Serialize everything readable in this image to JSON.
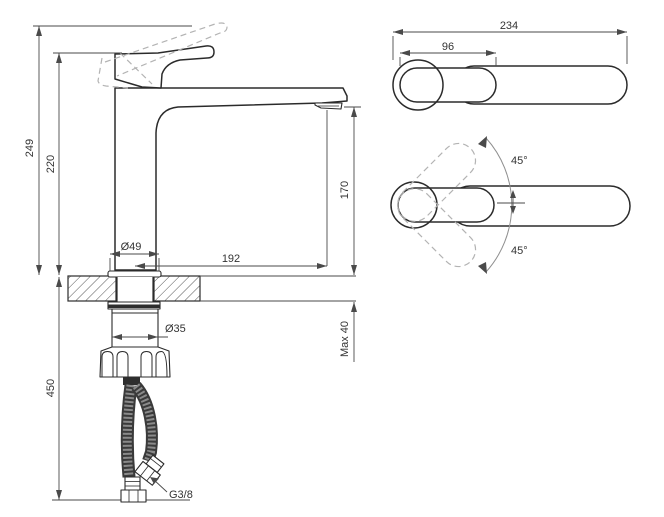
{
  "side_view": {
    "overall_height": "249",
    "body_height": "220",
    "hose_length": "450",
    "base_diameter": "Ø49",
    "spout_reach": "192",
    "spout_height": "170",
    "max_mounting_thickness": "Max 40",
    "nut_diameter": "Ø35",
    "hose_thread": "G3/8"
  },
  "top_view": {
    "overall_length": "234",
    "handle_length": "96"
  },
  "swivel_view": {
    "upper_angle": "45°",
    "lower_angle": "45°"
  },
  "colors": {
    "line": "#2b2b2b",
    "dimension": "#4a4a4a",
    "dashed": "#b3b3b3",
    "background": "#ffffff"
  }
}
